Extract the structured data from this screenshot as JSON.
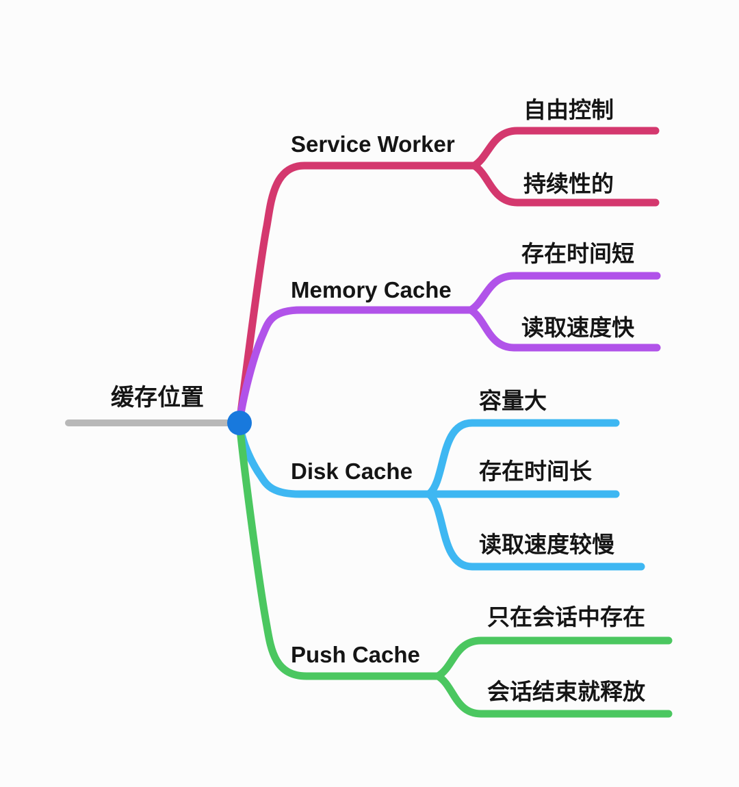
{
  "text_color": "#151515",
  "background": "#FCFCFC",
  "root": {
    "label": "缓存位置",
    "line_color": "#B8B8B8",
    "dot_color": "#1879DD"
  },
  "branches": [
    {
      "label": "Service Worker",
      "color": "#D4386E",
      "children": [
        {
          "label": "自由控制"
        },
        {
          "label": "持续性的"
        }
      ]
    },
    {
      "label": "Memory Cache",
      "color": "#B153E9",
      "children": [
        {
          "label": "存在时间短"
        },
        {
          "label": "读取速度快"
        }
      ]
    },
    {
      "label": "Disk Cache",
      "color": "#3EB7F2",
      "children": [
        {
          "label": "容量大"
        },
        {
          "label": "存在时间长"
        },
        {
          "label": "读取速度较慢"
        }
      ]
    },
    {
      "label": "Push Cache",
      "color": "#4BC760",
      "children": [
        {
          "label": "只在会话中存在"
        },
        {
          "label": "会话结束就释放"
        }
      ]
    }
  ]
}
